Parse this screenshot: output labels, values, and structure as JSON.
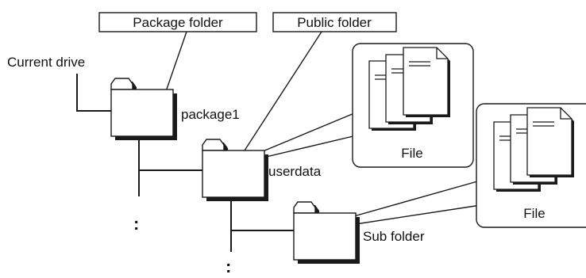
{
  "callouts": {
    "package_folder": "Package folder",
    "public_folder": "Public folder"
  },
  "labels": {
    "current_drive": "Current drive",
    "package1": "package1",
    "userdata": "userdata",
    "sub_folder": "Sub folder",
    "file_top": "File",
    "file_bottom": "File",
    "ellipsis_left": ":",
    "ellipsis_bottom": ":"
  },
  "icons": {
    "folder": "folder-icon",
    "document": "document-icon"
  },
  "colors": {
    "line": "#1a1a1a",
    "shadow": "#1a1a1a",
    "fill": "#ffffff"
  }
}
